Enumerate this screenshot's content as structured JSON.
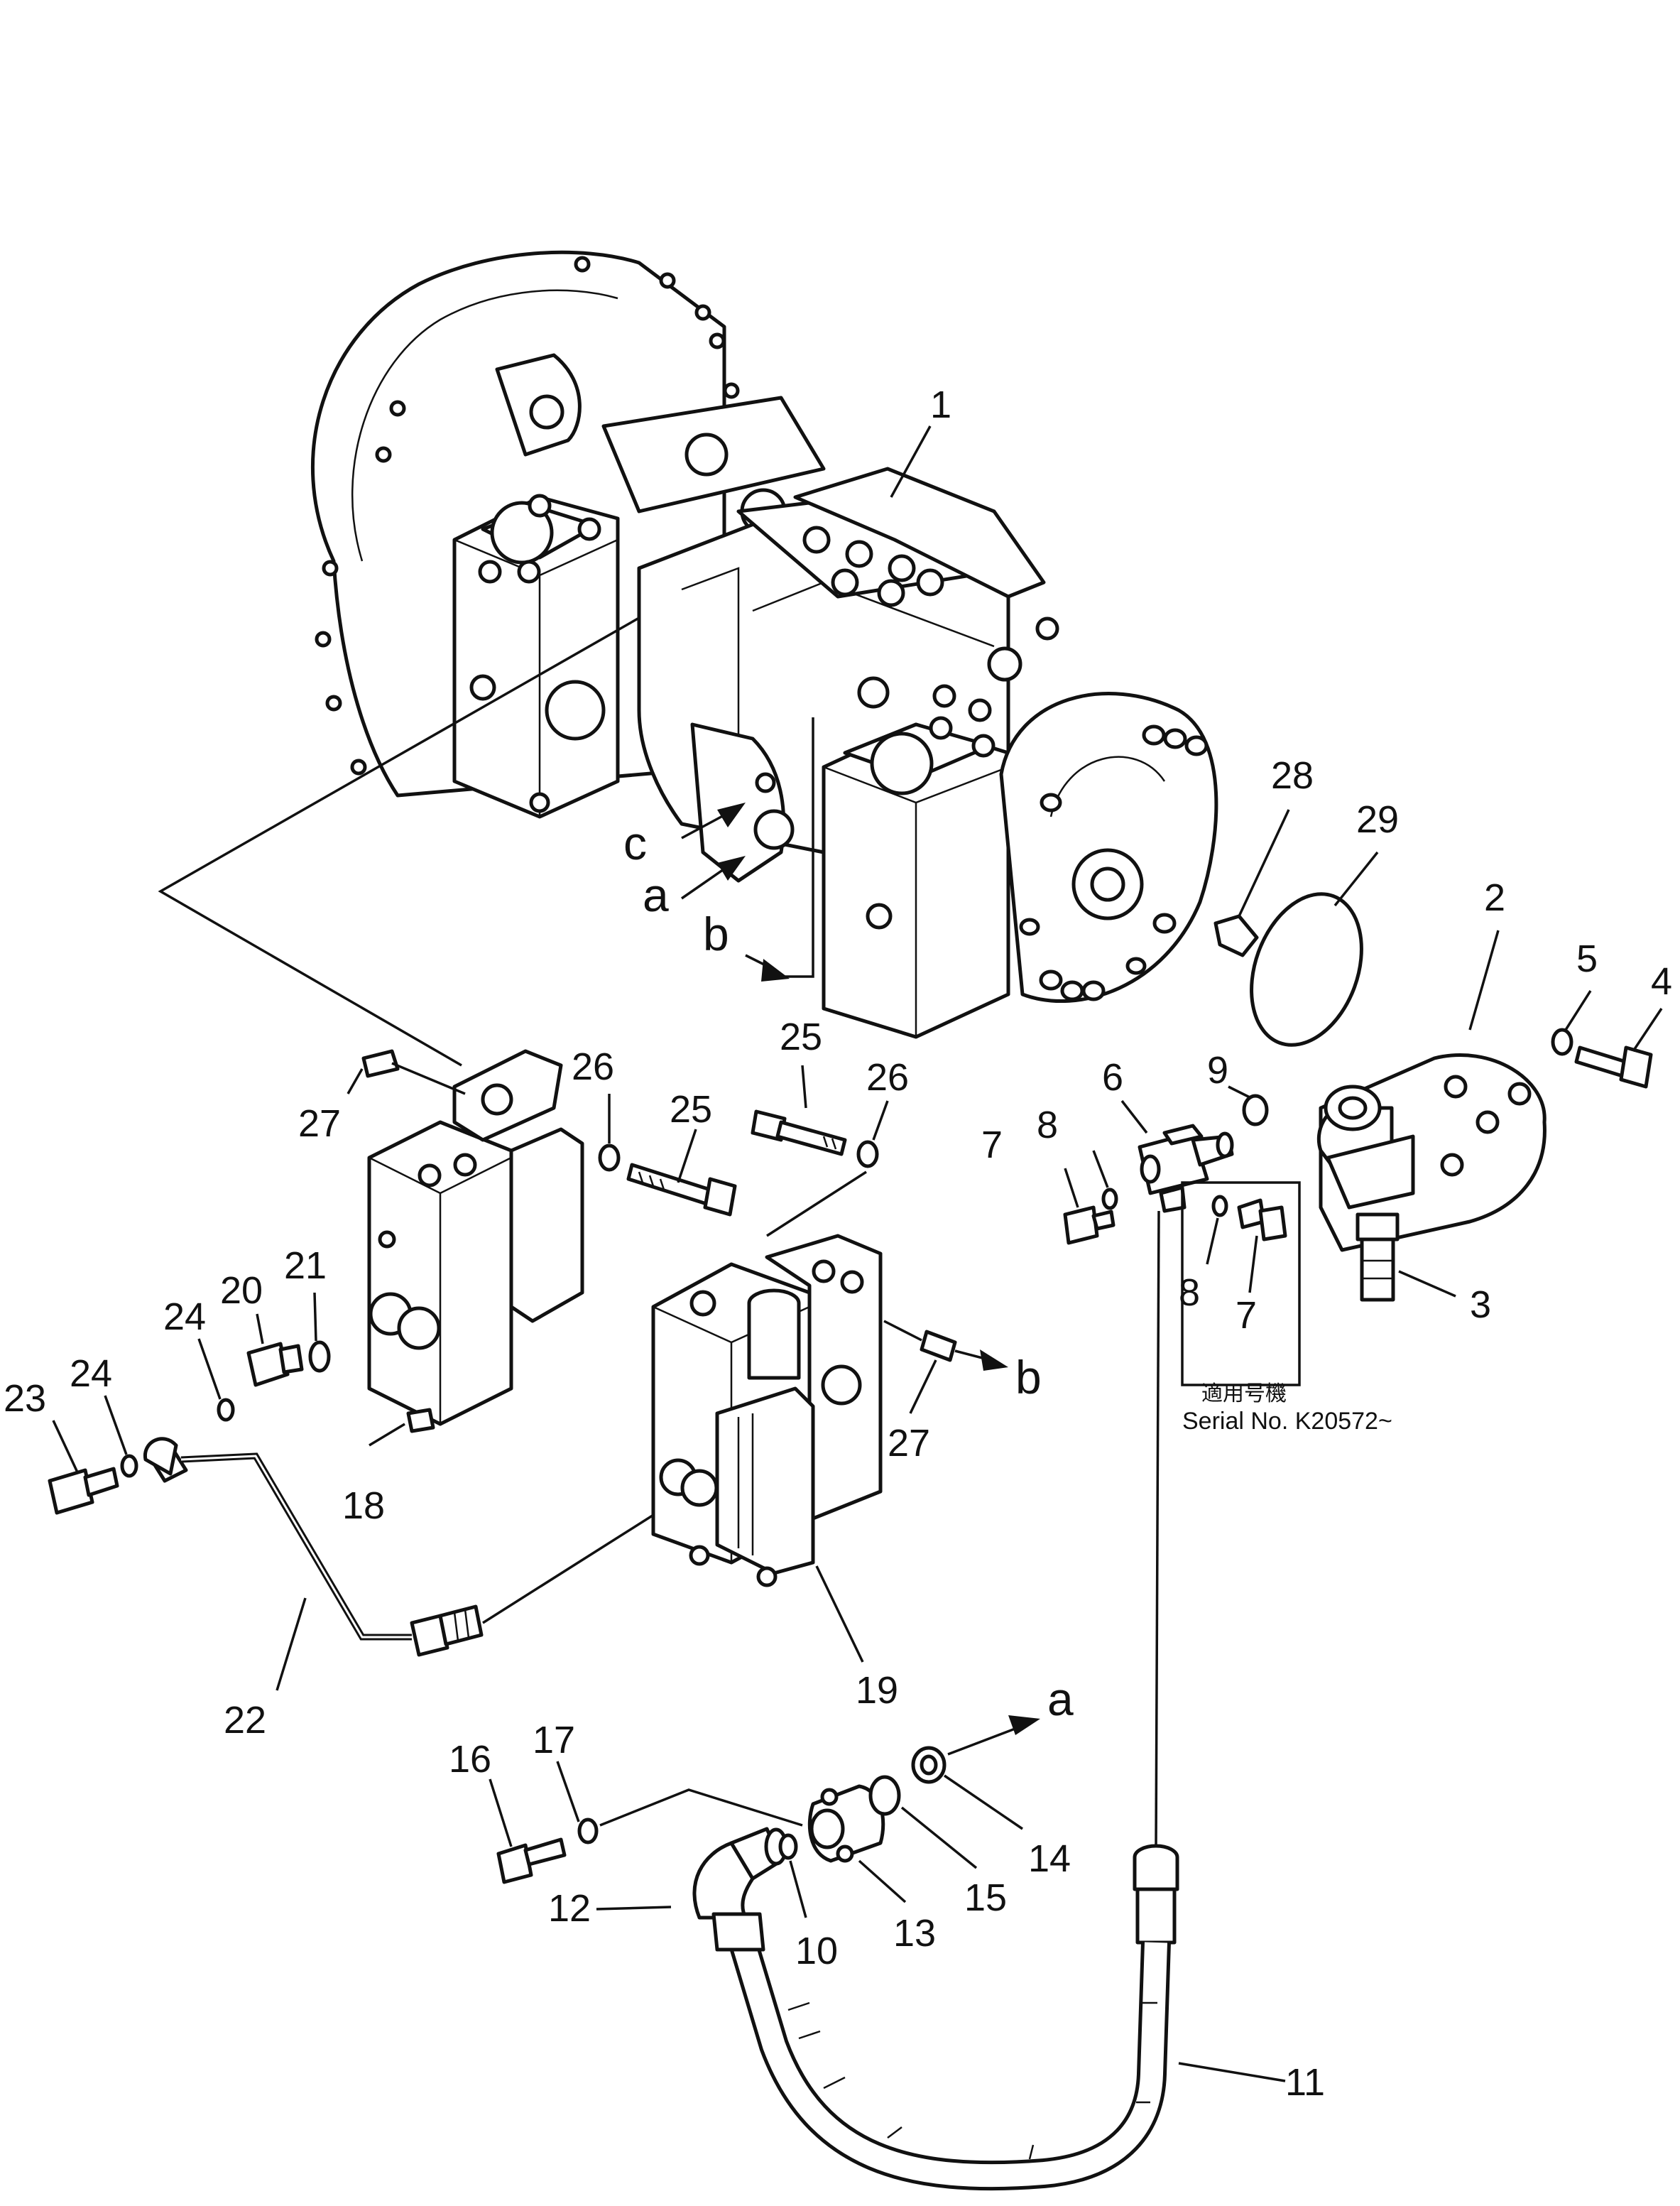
{
  "callouts": {
    "c1": "1",
    "c2": "2",
    "c3": "3",
    "c4": "4",
    "c5": "5",
    "c6": "6",
    "c7a": "7",
    "c7b": "7",
    "c8a": "8",
    "c8b": "8",
    "c9": "9",
    "c10": "10",
    "c11": "11",
    "c12": "12",
    "c13": "13",
    "c14": "14",
    "c15": "15",
    "c16": "16",
    "c17": "17",
    "c18": "18",
    "c19": "19",
    "c20": "20",
    "c21": "21",
    "c22": "22",
    "c23": "23",
    "c24a": "24",
    "c24b": "24",
    "c25a": "25",
    "c25b": "25",
    "c26a": "26",
    "c26b": "26",
    "c27a": "27",
    "c27b": "27",
    "c28": "28",
    "c29": "29"
  },
  "connectors": {
    "a_pump": "a",
    "b_pump": "b",
    "c_pump": "c",
    "b_valve": "b",
    "a_elbow": "a"
  },
  "serial_note": {
    "line1": "適用号機",
    "line2": "Serial No. K20572~"
  }
}
